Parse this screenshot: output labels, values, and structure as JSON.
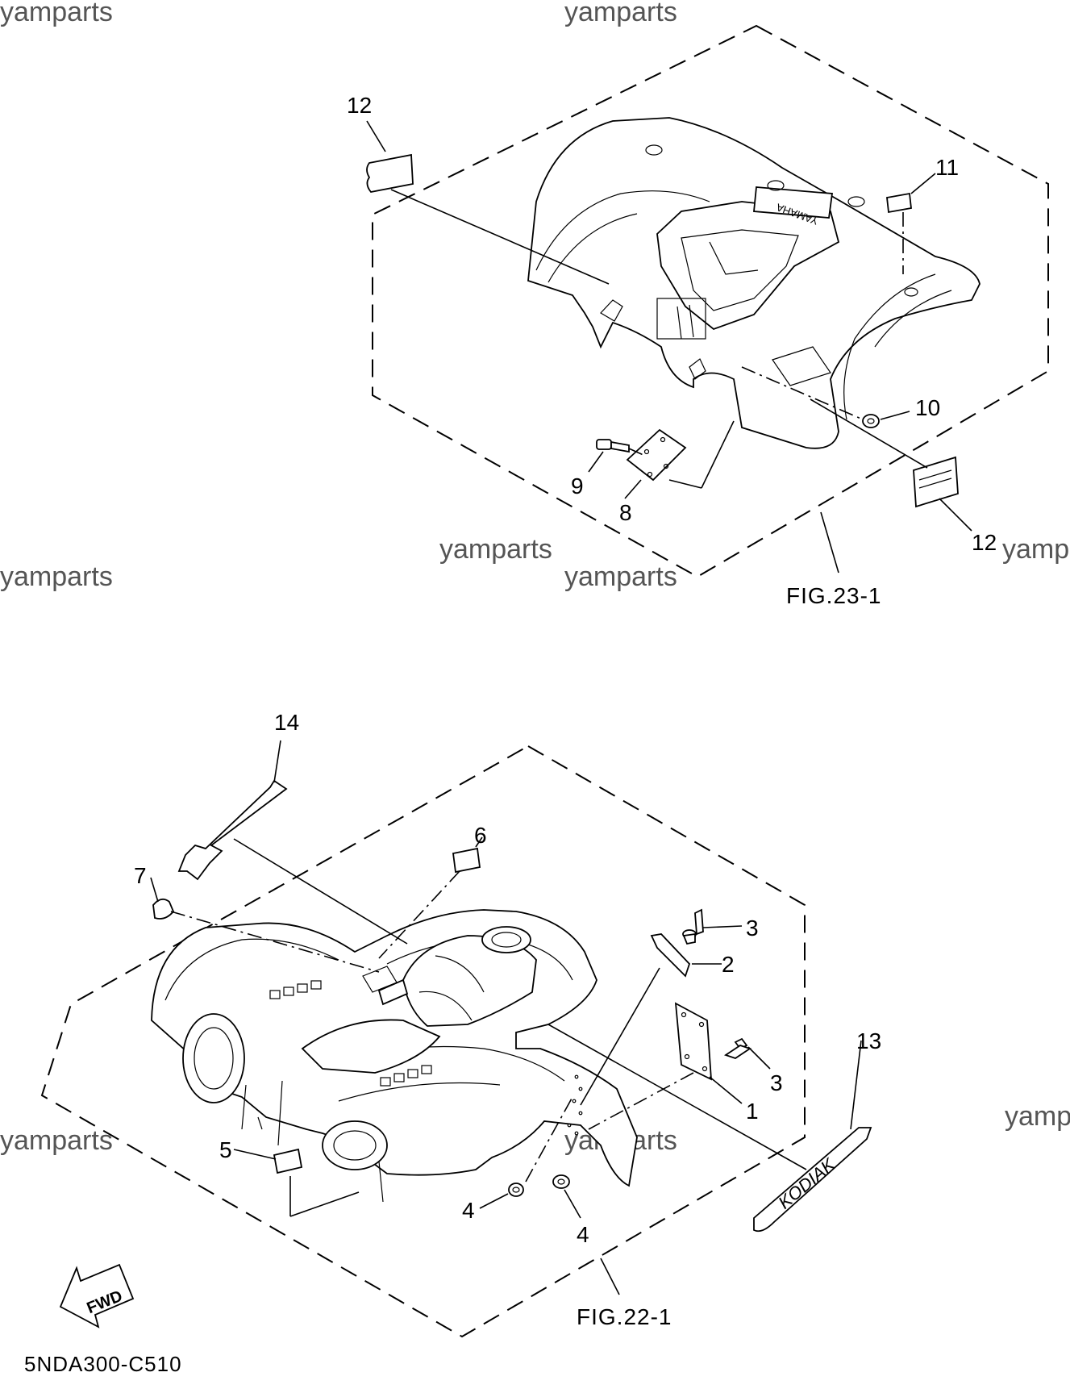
{
  "watermark": "yamparts",
  "rear_fender_group": {
    "figure_ref": "FIG.23-1",
    "callouts": {
      "p12_top": "12",
      "p11": "11",
      "p10": "10",
      "p9": "9",
      "p8": "8",
      "p12_bottom": "12"
    },
    "emblem_text": "YAMAHA"
  },
  "front_fender_group": {
    "figure_ref": "FIG.22-1",
    "callouts": {
      "p14": "14",
      "p6": "6",
      "p7": "7",
      "p3_top": "3",
      "p2": "2",
      "p3_bottom": "3",
      "p1": "1",
      "p13": "13",
      "p5": "5",
      "p4_left": "4",
      "p4_bottom": "4"
    },
    "decal_text": "KODIAK"
  },
  "direction_badge": "FWD",
  "diagram_code": "5NDA300-C510"
}
